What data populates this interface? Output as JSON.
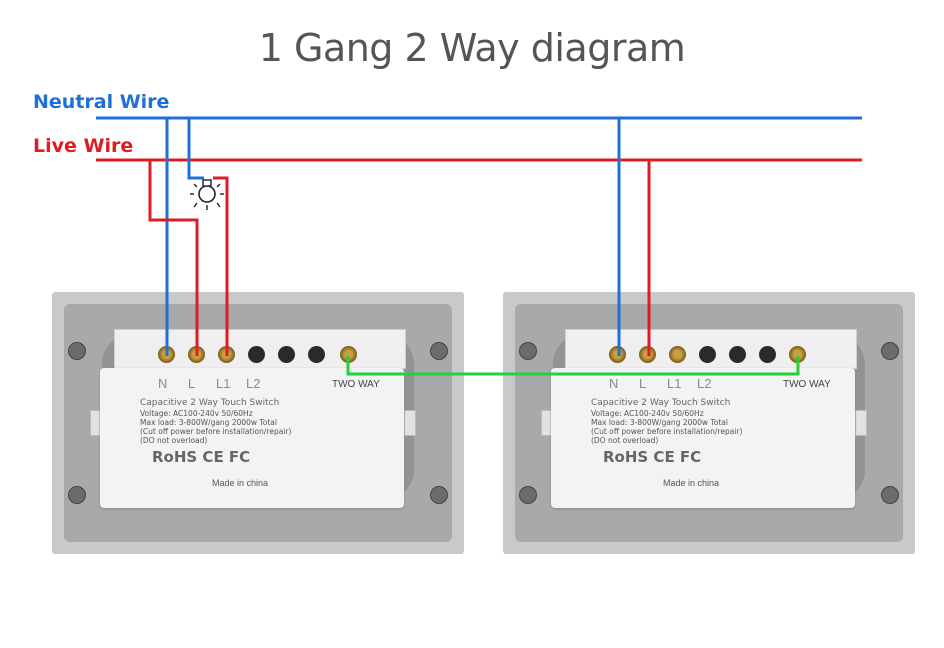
{
  "title": "1 Gang 2 Way diagram",
  "wires": {
    "neutral_label": "Neutral Wire",
    "live_label": "Live Wire",
    "neutral_color": "#1f6fd6",
    "live_color": "#e01b24",
    "traveler_color": "#22d23a"
  },
  "switches": [
    {
      "terminal_labels": {
        "n": "N",
        "l": "L",
        "l1": "L1",
        "l2": "L2",
        "two_way": "TWO WAY"
      },
      "info_lines": [
        "Capacitive 2 Way Touch Switch",
        "Voltage: AC100-240v 50/60Hz",
        "Max load: 3-800W/gang 2000w Total",
        "(Cut off power before installation/repair)",
        "(DO not overload)"
      ],
      "certs": "RoHS CE FC",
      "made_in": "Made in china"
    },
    {
      "terminal_labels": {
        "n": "N",
        "l": "L",
        "l1": "L1",
        "l2": "L2",
        "two_way": "TWO WAY"
      },
      "info_lines": [
        "Capacitive 2 Way Touch Switch",
        "Voltage: AC100-240v 50/60Hz",
        "Max load: 3-800W/gang 2000w Total",
        "(Cut off power before installation/repair)",
        "(DO not overload)"
      ],
      "certs": "RoHS CE FC",
      "made_in": "Made in china"
    }
  ],
  "icons": [
    "light-bulb-icon"
  ]
}
